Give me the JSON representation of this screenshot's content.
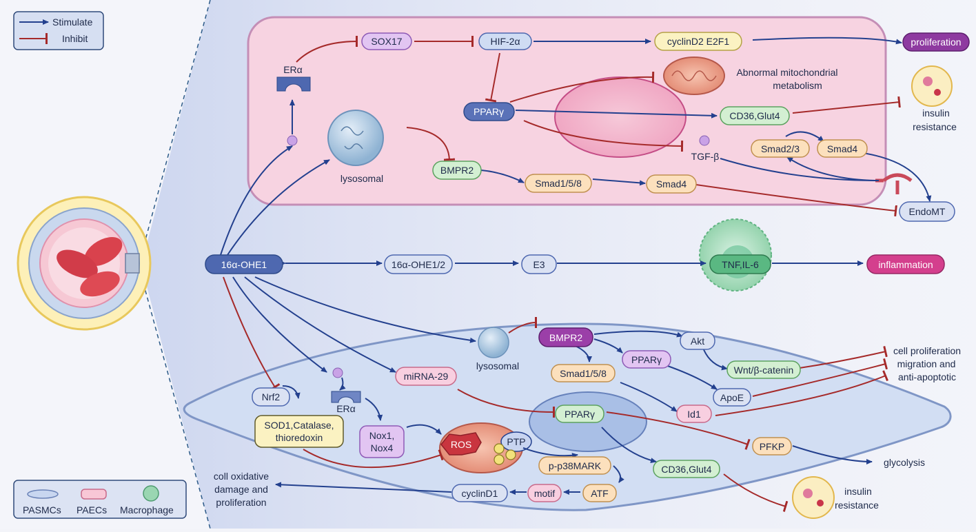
{
  "legend_top": {
    "stimulate": "Stimulate",
    "inhibit": "Inhibit"
  },
  "legend_bottom": {
    "pasmc": "PASMCs",
    "paec": "PAECs",
    "macrophage": "Macrophage"
  },
  "colors": {
    "stimulate": "#23408e",
    "inhibit": "#a52a2a"
  },
  "paec": {
    "era": "ERα",
    "sox17": "SOX17",
    "hif": "HIF-2α",
    "cyclin": "cyclinD2 E2F1",
    "proliferation": "proliferation",
    "mito_line1": "Abnormal mitochondrial",
    "mito_line2": "metabolism",
    "insulin_line1": "insulin",
    "insulin_line2": "resistance",
    "ppar": "PPARγ",
    "cd36": "CD36,Glut4",
    "lysosomal": "lysosomal",
    "tgf": "TGF-β",
    "smad23": "Smad2/3",
    "smad4a": "Smad4",
    "bmpr2": "BMPR2",
    "smad158": "Smad1/5/8",
    "smad4b": "Smad4",
    "endomt": "EndoMT"
  },
  "middle": {
    "ohe1": "16α-OHE1",
    "ohe12": "16α-OHE1/2",
    "e3": "E3",
    "tnf": "TNF,IL-6",
    "inflammation": "inflammation"
  },
  "pasmc": {
    "lysosomal": "lysosomal",
    "bmpr2": "BMPR2",
    "akt": "Akt",
    "ppar_a": "PPARγ",
    "smad158": "Smad1/5/8",
    "wnt": "Wnt/β-catenin",
    "apoe": "ApoE",
    "id1": "Id1",
    "outcome_line1": "cell proliferation",
    "outcome_line2": "migration and",
    "outcome_line3": "anti-apoptotic",
    "mirna": "miRNA-29",
    "nrf2": "Nrf2",
    "era": "ERα",
    "sod": "SOD1,Catalase,",
    "sod2": "thioredoxin",
    "nox": "Nox1,",
    "nox2": "Nox4",
    "ppar_b": "PPARγ",
    "pfkp": "PFKP",
    "glycolysis": "glycolysis",
    "ros": "ROS",
    "ptp": "PTP",
    "p38": "p-p38MARK",
    "cd36": "CD36,Glut4",
    "atf": "ATF",
    "motif": "motif",
    "cyclind1": "cyclinD1",
    "insulin_line1": "insulin",
    "insulin_line2": "resistance",
    "damage_line1": "coll oxidative",
    "damage_line2": "damage and",
    "damage_line3": "proliferation"
  }
}
